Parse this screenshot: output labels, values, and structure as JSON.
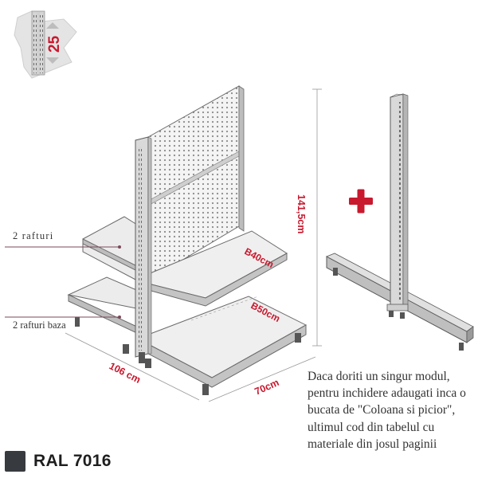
{
  "badge": {
    "number": "25"
  },
  "labels": {
    "shelves_top": "2 rafturi",
    "shelves_base": "2 rafturi baza",
    "shelf_top_size": "B40cm",
    "shelf_base_size": "B50cm",
    "height": "141,5cm",
    "length": "106 cm",
    "depth": "70cm",
    "plus": "+"
  },
  "note": {
    "lines": [
      "Daca doriti un singur modul,",
      "pentru inchidere adaugati inca o",
      "bucata de \"Coloana si picior\",",
      "ultimul cod din tabelul cu",
      "materiale din josul paginii"
    ]
  },
  "ral": {
    "label": "RAL 7016",
    "color": "#373a3e"
  },
  "colors": {
    "accent": "#c8192e",
    "line": "#7a4a5a",
    "metal": "#9a9a9a"
  }
}
